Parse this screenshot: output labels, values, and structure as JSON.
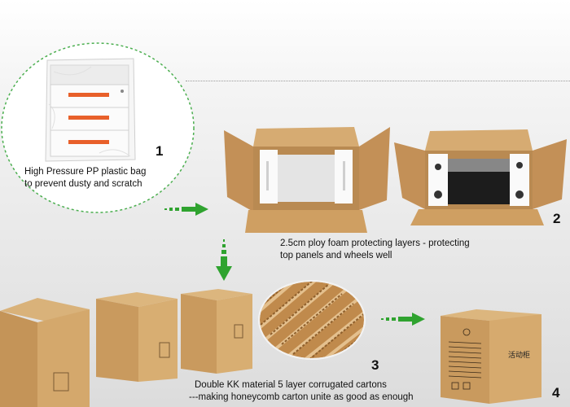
{
  "steps": [
    {
      "number": "1",
      "line1": "High Pressure PP plastic bag",
      "line2": "to prevent dusty and scratch"
    },
    {
      "number": "2",
      "line1": "2.5cm ploy foam protecting layers - protecting",
      "line2": "top panels and wheels well"
    },
    {
      "number": "3",
      "line1": "Double KK material 5 layer corrugated cartons",
      "line2": "---making honeycomb carton unite as good as enough"
    },
    {
      "number": "4"
    }
  ],
  "box_print": "活动柜",
  "colors": {
    "arrow": "#2fa32f",
    "circle_border": "#4caf50",
    "cardboard": "#c9a06a",
    "drawer_handle": "#e8602a"
  }
}
